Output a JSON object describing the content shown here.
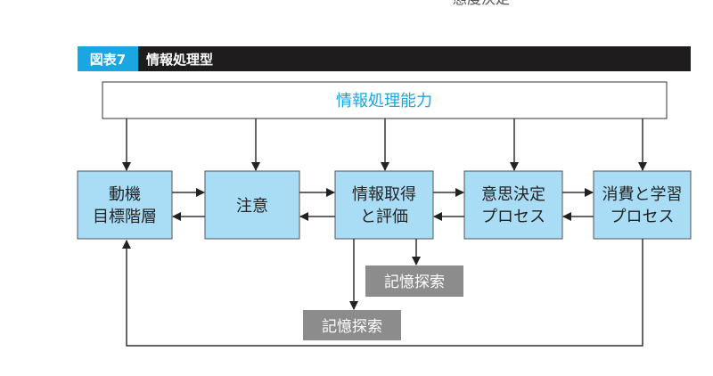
{
  "top_cut_text": "態度決定",
  "header": {
    "tag": "図表7",
    "title": "情報処理型"
  },
  "capacity_box": "情報処理能力",
  "stages": [
    {
      "lines": [
        "動機",
        "目標階層"
      ]
    },
    {
      "lines": [
        "注意"
      ]
    },
    {
      "lines": [
        "情報取得",
        "と評価"
      ]
    },
    {
      "lines": [
        "意思決定",
        "プロセス"
      ]
    },
    {
      "lines": [
        "消費と学習",
        "プロセス"
      ]
    }
  ],
  "memory_boxes": [
    "記憶探索",
    "記憶探索"
  ],
  "colors": {
    "accent": "#1aa6e0",
    "box_fill": "#a9dcf5",
    "header_bg": "#1e1c1c",
    "memory_fill": "#8c8c8c"
  }
}
